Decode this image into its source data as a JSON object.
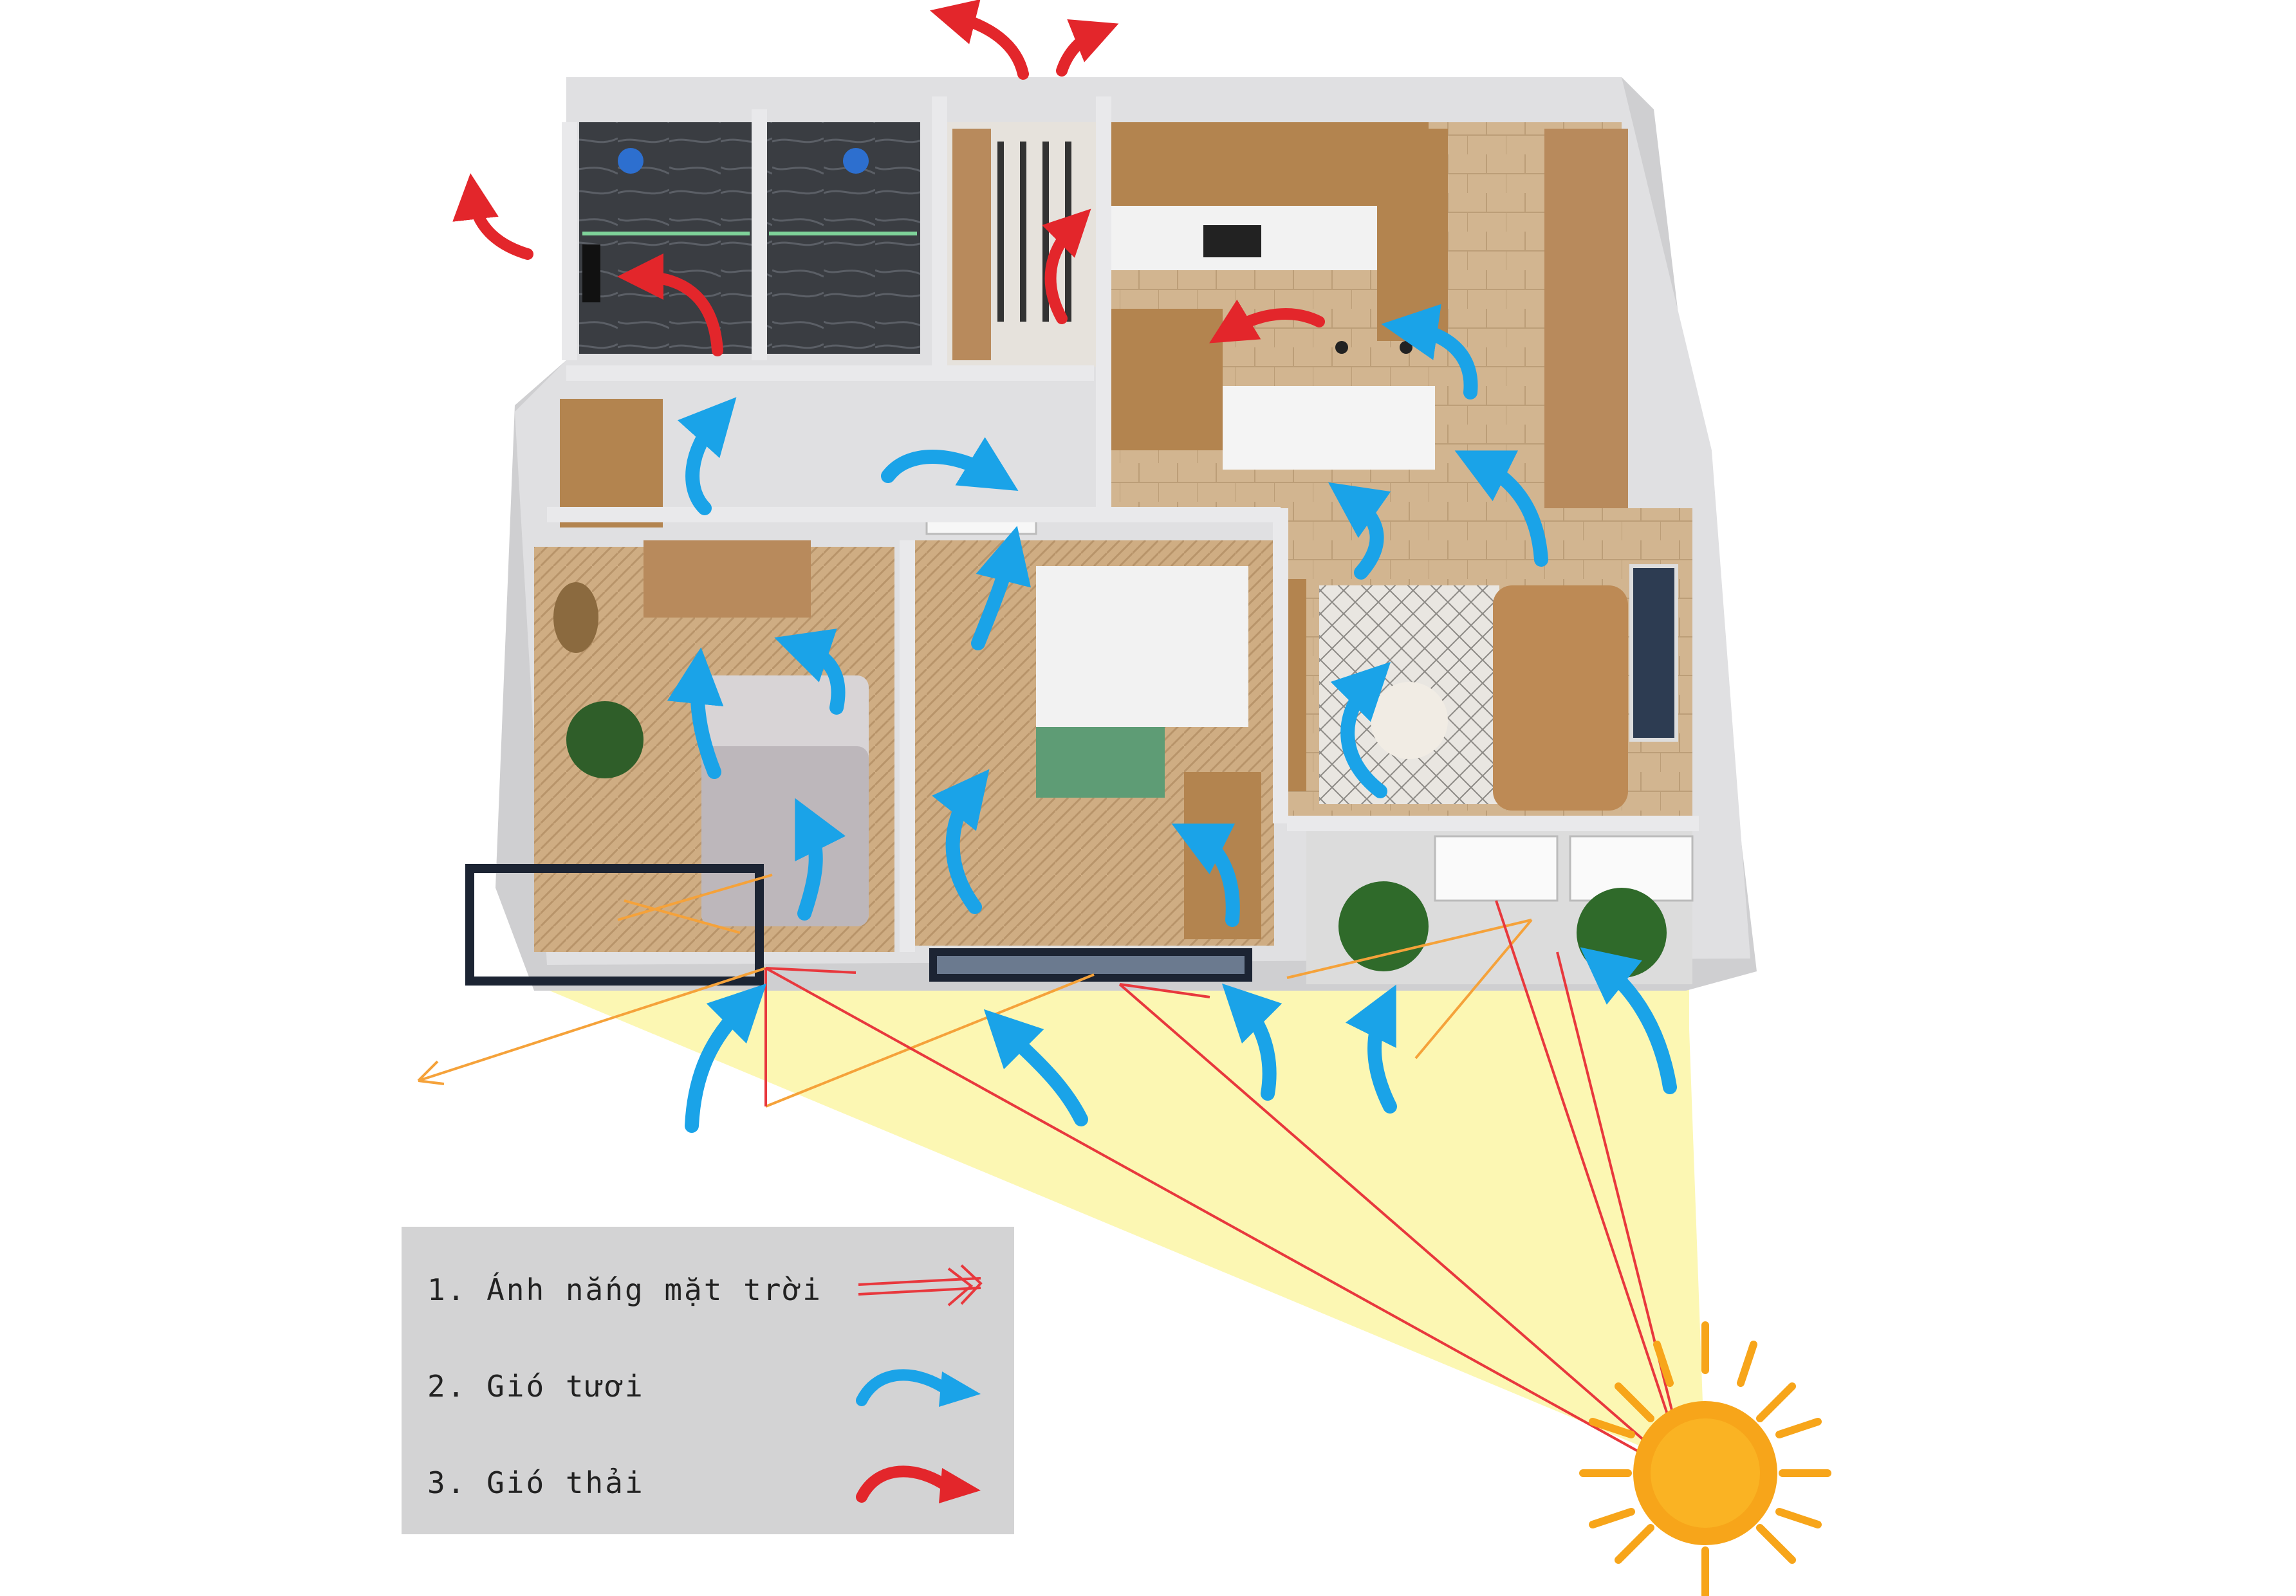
{
  "legend": {
    "items": [
      {
        "label": "1. Ánh nắng mặt trời",
        "kind": "sunlight",
        "color": "#e8383d"
      },
      {
        "label": "2. Gió tươi",
        "kind": "fresh-wind",
        "color": "#1aa3e8"
      },
      {
        "label": "3. Gió thải",
        "kind": "exhaust-wind",
        "color": "#e3262b"
      }
    ]
  },
  "colors": {
    "sunlight_ray": "#e8383d",
    "reflected_ray": "#f5a23a",
    "fresh_wind": "#1aa3e8",
    "exhaust_wind": "#e3262b",
    "sun": "#f7a51a",
    "sun_glow": "#ffe34d",
    "light_cone": "#fbf6a6",
    "wall": "#d6d6d8",
    "floor_wood": "#c9a27a",
    "legend_bg": "#d3d3d4"
  },
  "icons": [
    "sun-icon",
    "fresh-wind-arrow-icon",
    "exhaust-wind-arrow-icon",
    "sunlight-ray-icon"
  ]
}
